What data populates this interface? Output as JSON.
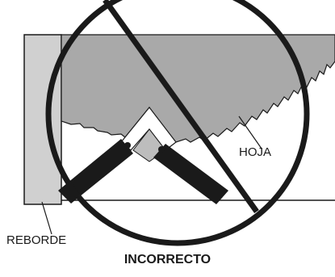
{
  "diagram": {
    "blade_label": "HOJA",
    "fence_label": "REBORDE",
    "caption": "INCORRECTO",
    "symbol": "prohibition-sign",
    "colors": {
      "outline": "#1a1a1a",
      "blade": "#a9a9a9",
      "fence": "#d0d0d0",
      "wood": "#bdbdbd",
      "handle": "#1a1a1a",
      "background": "#ffffff"
    }
  }
}
